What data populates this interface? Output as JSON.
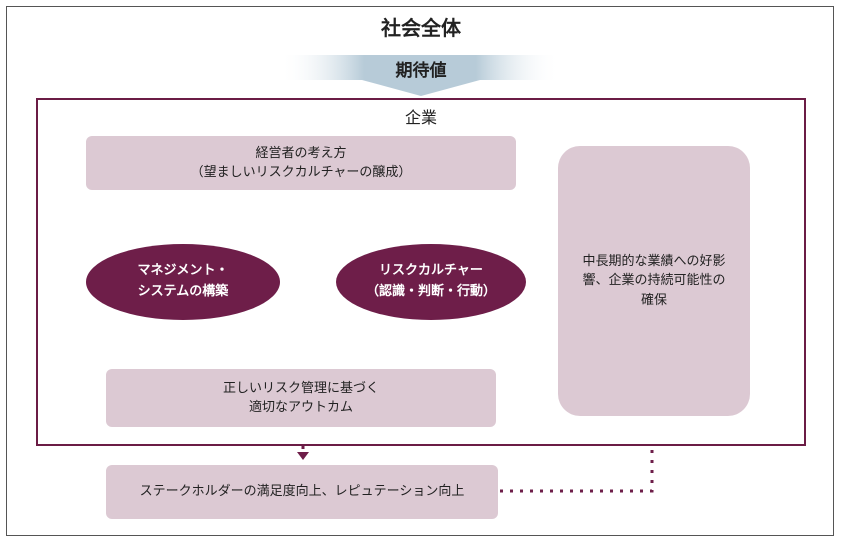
{
  "title": "社会全体",
  "expectation": "期待値",
  "company": "企業",
  "management_view": "経営者の考え方\n（望ましいリスクカルチャーの醸成）",
  "management_system": "マネジメント・\nシステムの構築",
  "risk_culture": "リスクカルチャー\n（認識・判断・行動）",
  "outcome": "正しいリスク管理に基づく\n適切なアウトカム",
  "long_term": "中長期的な業績への好影\n響、企業の持続可能性の\n確保",
  "stakeholder": "ステークホルダーの満足度向上、レピュテーション向上",
  "colors": {
    "accent": "#6e1e49",
    "box": "#dcc9d3",
    "arrow_band": "#b7cbd8"
  }
}
